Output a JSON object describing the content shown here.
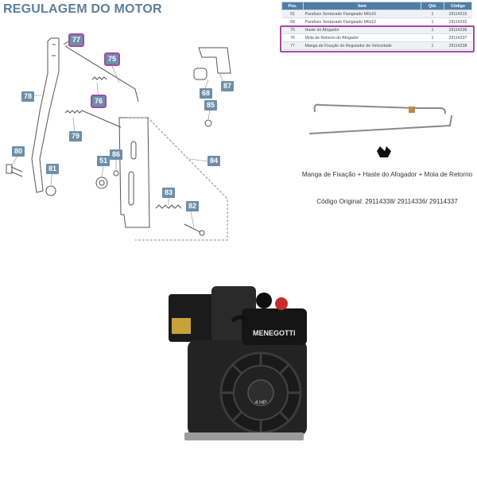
{
  "title": "REGULAGEM DO MOTOR",
  "table": {
    "headers": [
      "Pos.",
      "Item",
      "Qtd.",
      "Código"
    ],
    "rows": [
      {
        "pos": "51",
        "item": "Parafuso Sextavado Flangeado M6x16",
        "qtd": "1",
        "codigo": "29114315"
      },
      {
        "pos": "68",
        "item": "Parafuso Sextavado Flangeado M6x12",
        "qtd": "1",
        "codigo": "29114332"
      },
      {
        "pos": "75",
        "item": "Haste do Afogador",
        "qtd": "1",
        "codigo": "29114336"
      },
      {
        "pos": "76",
        "item": "Mola de Retorno do Afogador",
        "qtd": "1",
        "codigo": "29114337"
      },
      {
        "pos": "77",
        "item": "Manga de Fixação do Regulador de Velocidade",
        "qtd": "1",
        "codigo": "29114338"
      }
    ]
  },
  "callouts": {
    "c77": "77",
    "c75": "75",
    "c76": "76",
    "c78": "78",
    "c79": "79",
    "c80": "80",
    "c81": "81",
    "c51": "51",
    "c86": "86",
    "c84": "84",
    "c83": "83",
    "c82": "82",
    "c68": "68",
    "c87": "87",
    "c85": "85"
  },
  "product": {
    "caption": "Manga de Fixação + Haste do Afogador + Mola de Retorno",
    "codes": "Código Original: 29114338/ 29114336/ 29114337"
  },
  "engine": {
    "brand": "MENEGOTTI",
    "model": "4 HP"
  },
  "colors": {
    "title": "#5a7f9e",
    "table_header": "#4f7da6",
    "callout": "#6e8ea8",
    "highlight": "#a24aa6"
  }
}
